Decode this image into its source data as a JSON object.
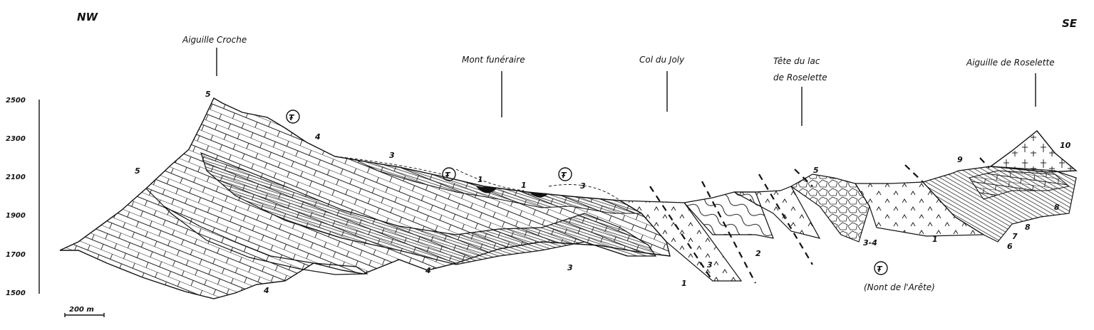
{
  "orientation": {
    "left": "NW",
    "right": "SE"
  },
  "elevation_axis": {
    "ticks": [
      "2500",
      "2300",
      "2100",
      "1900",
      "1700",
      "1500"
    ]
  },
  "scale_bar": {
    "label": "200 m"
  },
  "places": {
    "aiguille_croche": "Aiguille Croche",
    "mont_funeraire": "Mont funéraire",
    "col_du_joly": "Col du Joly",
    "tete_du_lac_1": "Tête du lac",
    "tete_du_lac_2": "de Roselette",
    "aiguille_de_roselette": "Aiguille de Roselette",
    "mont_de_larete": "(Nont de l'Arête)"
  },
  "unit_labels": [
    "5",
    "5",
    "4",
    "4",
    "4",
    "3",
    "1",
    "1",
    "3",
    "3",
    "1",
    "3",
    "2",
    "5",
    "3-4",
    "1",
    "9",
    "10",
    "8",
    "8",
    "7",
    "6"
  ],
  "symbol": "Ŧ"
}
